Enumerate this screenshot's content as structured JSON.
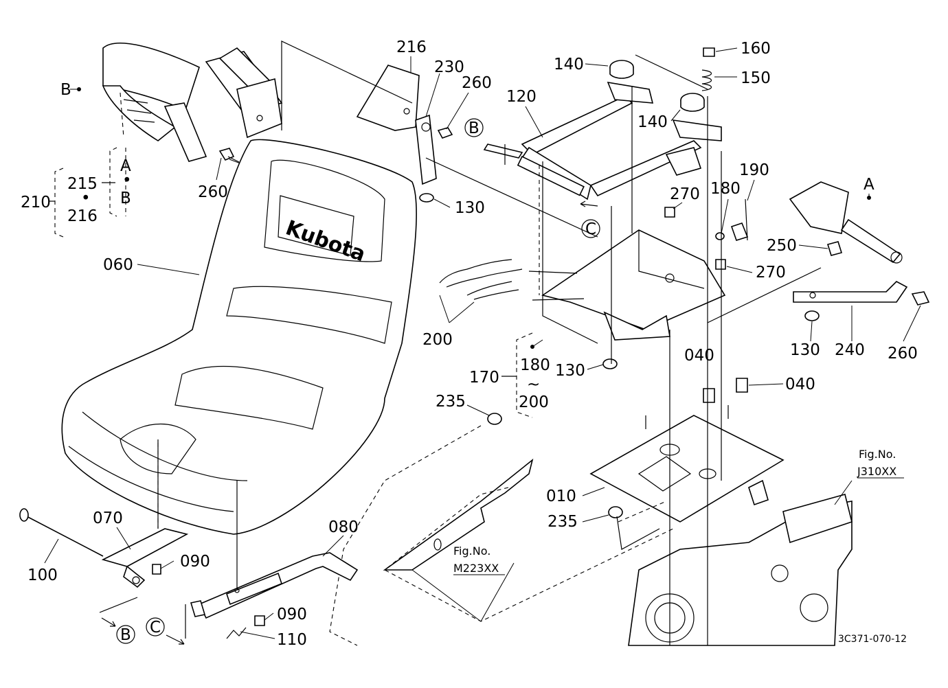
{
  "diagram": {
    "brand_mark": "Kubota",
    "drawing_code": "3C371-070-12",
    "labels": {
      "p216_top": "216",
      "p230": "230",
      "p260_top": "260",
      "p120": "120",
      "p140_a": "140",
      "p140_b": "140",
      "p160": "160",
      "p150": "150",
      "p190": "190",
      "p180": "180",
      "p270_a": "270",
      "p270_b": "270",
      "p250": "250",
      "p130_a": "130",
      "p130_b": "130",
      "p130_c": "130",
      "p240": "240",
      "p260_right": "260",
      "p260_left": "260",
      "p200": "200",
      "p170": "170",
      "p180_range": "180",
      "tilde": "~",
      "p200_range": "200",
      "p235_a": "235",
      "p235_b": "235",
      "p040_a": "040",
      "p040_b": "040",
      "p010": "010",
      "p060": "060",
      "p070": "070",
      "p100": "100",
      "p090_a": "090",
      "p090_b": "090",
      "p080": "080",
      "p110": "110",
      "p210": "210",
      "p215": "215",
      "p216_group": "216",
      "A_group": "A",
      "B_group": "B",
      "A_marker": "A",
      "B_marker": "B",
      "B_circle_top": "B",
      "C_circle_top": "C",
      "B_circle_bottom": "B",
      "C_circle_bottom": "C",
      "figref_1_title": "Fig.No.",
      "figref_1_code": "M223XX",
      "figref_2_title": "Fig.No.",
      "figref_2_code": "J310XX"
    }
  }
}
